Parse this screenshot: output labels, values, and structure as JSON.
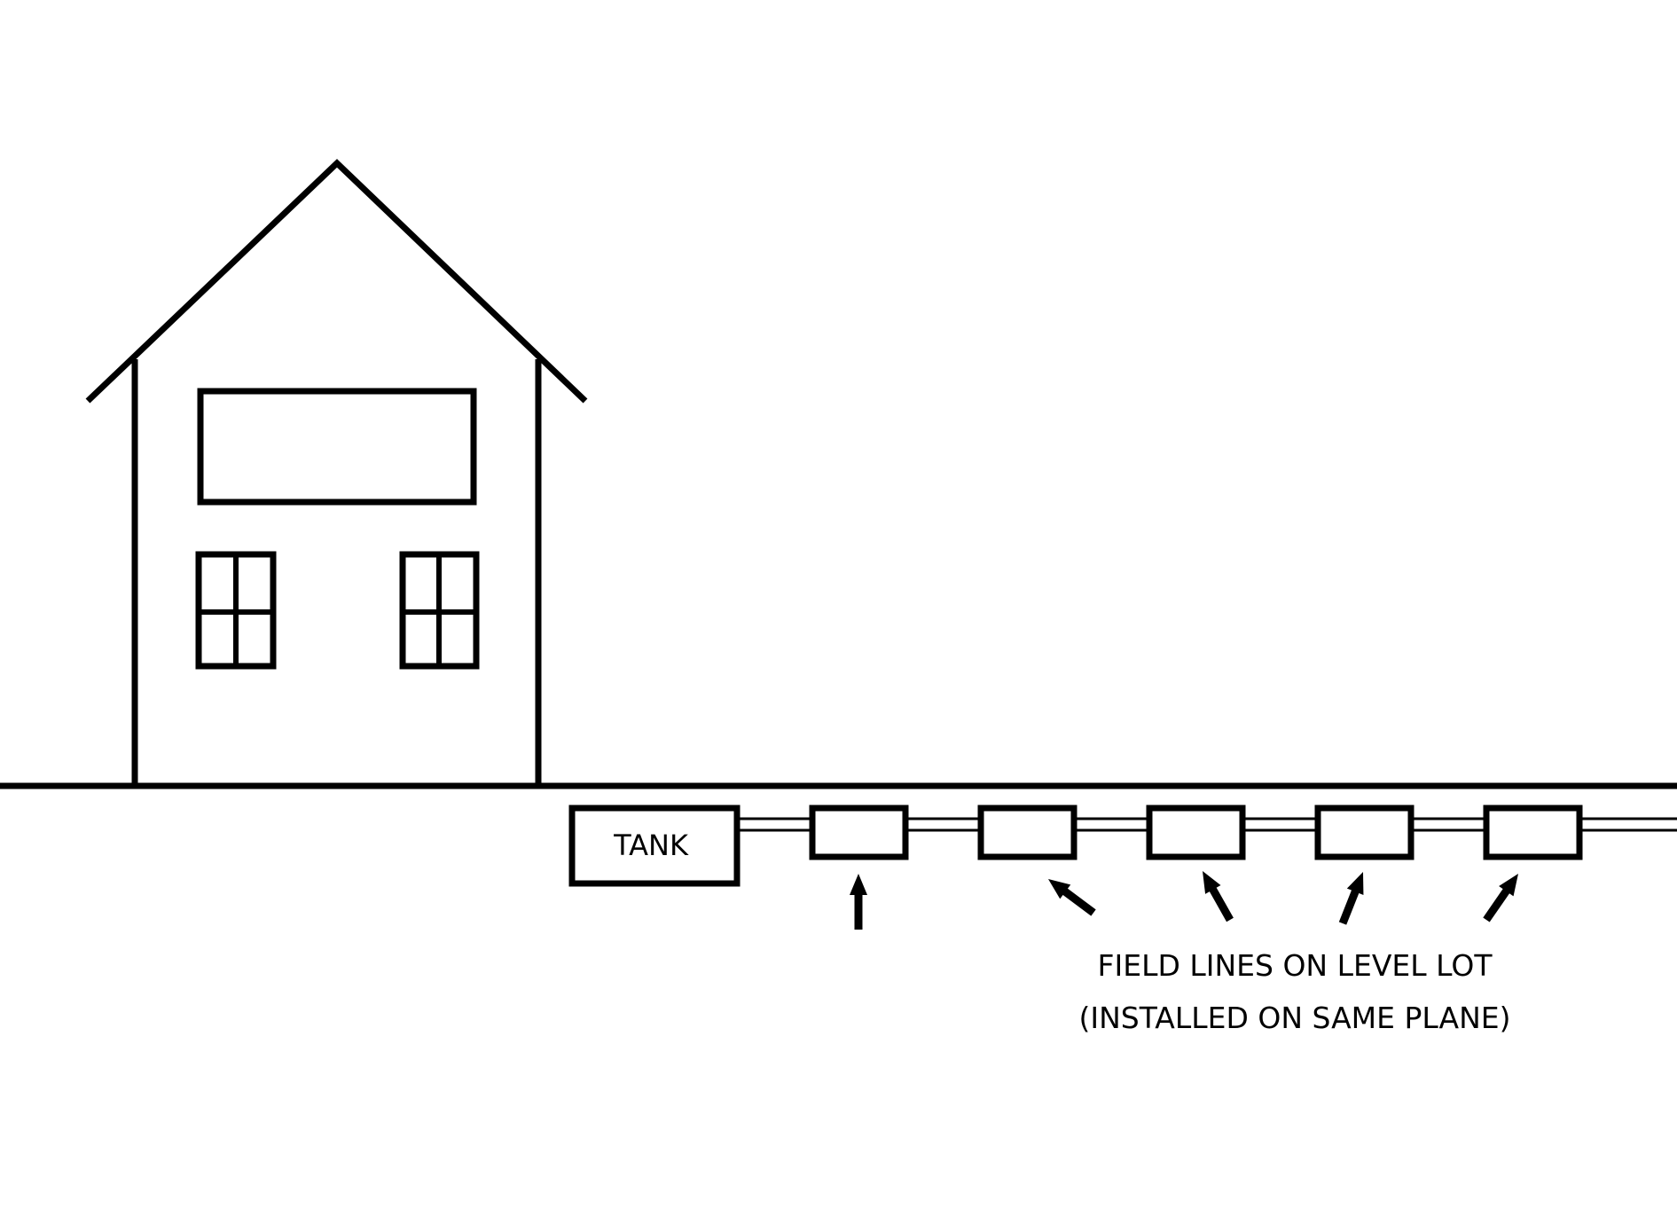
{
  "diagram": {
    "tank_label": "TANK",
    "caption": {
      "line1": "FIELD LINES ON LEVEL LOT",
      "line2": "(INSTALLED ON SAME PLANE)"
    },
    "field_line_box_count": 5,
    "colors": {
      "ink": "#000000",
      "background": "#ffffff"
    }
  }
}
